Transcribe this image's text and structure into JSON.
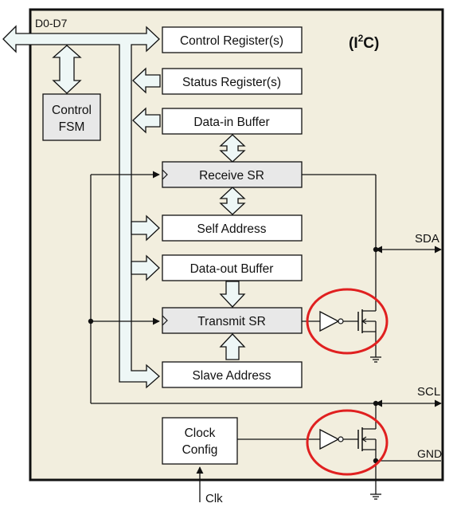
{
  "colors": {
    "chip_fill": "#f2eede",
    "bus_fill": "#eef7f6",
    "block_fill": "#ffffff",
    "shaded_block_fill": "#e8e8e8",
    "highlight_ring": "#e02020",
    "line": "#111111"
  },
  "bus": {
    "label": "D0-D7"
  },
  "interface": {
    "label_prefix": "(I",
    "label_sup": "2",
    "label_suffix": "C)"
  },
  "blocks": {
    "control_fsm": {
      "line1": "Control",
      "line2": "FSM"
    },
    "control_register": "Control Register(s)",
    "status_register": "Status Register(s)",
    "data_in_buffer": "Data-in Buffer",
    "receive_sr": "Receive SR",
    "self_address": "Self Address",
    "data_out_buffer": "Data-out Buffer",
    "transmit_sr": "Transmit SR",
    "slave_address": "Slave Address",
    "clock_config": {
      "line1": "Clock",
      "line2": "Config"
    }
  },
  "pins": {
    "sda": "SDA",
    "scl": "SCL",
    "gnd": "GND",
    "clk": "Clk"
  },
  "highlights": {
    "count": 2,
    "target": "open-drain output drivers"
  }
}
